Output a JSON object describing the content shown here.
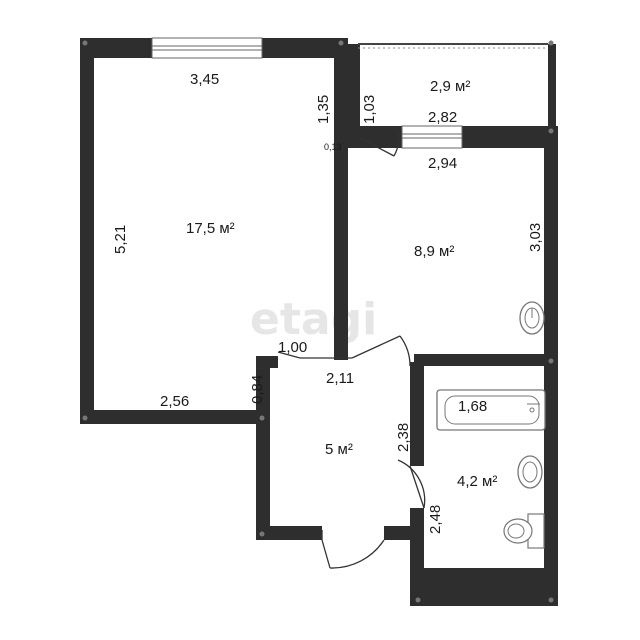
{
  "plan": {
    "watermark": "etagi",
    "colors": {
      "wall": "#2e2e2e",
      "wall_edge": "#555555",
      "background": "#ffffff",
      "text": "#1a1a1a",
      "fixture": "#777777"
    },
    "rooms": [
      {
        "id": "living",
        "area": "17,5 м²"
      },
      {
        "id": "balcony",
        "area": "2,9 м²"
      },
      {
        "id": "kitchen",
        "area": "8,9 м²"
      },
      {
        "id": "hall",
        "area": "5 м²"
      },
      {
        "id": "bathroom",
        "area": "4,2 м²"
      }
    ],
    "dimensions": {
      "living_top": "3,45",
      "living_left": "5,21",
      "living_bottom": "2,56",
      "living_corner": "0,84",
      "wall_135": "1,35",
      "wall_103": "1,03",
      "wall_013": "0,13",
      "balcony_bottom": "2,82",
      "kitchen_top": "2,94",
      "kitchen_right": "3,03",
      "hall_door": "1,00",
      "hall_top": "2,11",
      "hall_right": "2,38",
      "bath_tub": "1,68",
      "bath_left": "2,48"
    },
    "icons": [
      "sink-icon",
      "bathtub-icon",
      "toilet-icon",
      "door-swing-icon",
      "window-icon"
    ]
  }
}
